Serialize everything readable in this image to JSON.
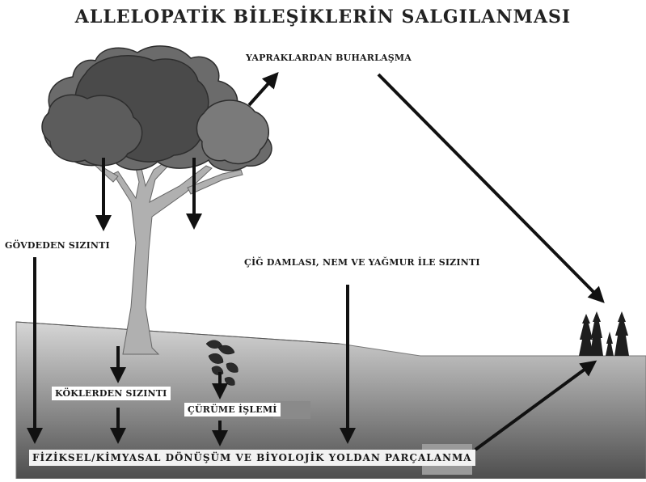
{
  "title": "ALLELOPATİK BİLEŞİKLERİN SALGILANMASI",
  "labels": {
    "leaf_evaporation": "YAPRAKLARDAN BUHARLAŞMA",
    "stem_leakage": "GÖVDEDEN SIZINTI",
    "dew_rain_leakage": "ÇİĞ DAMLASI, NEM VE YAĞMUR İLE SIZINTI",
    "root_leakage": "KÖKLERDEN SIZINTI",
    "decay_process": "ÇÜRÜME İŞLEMİ",
    "transformation": "FİZİKSEL/KİMYASAL DÖNÜŞÜM VE BİYOLOJİK YOLDAN PARÇALANMA"
  },
  "colors": {
    "soil_dark": "#5a5a5a",
    "soil_light": "#d0d0d0",
    "canopy": "#555555",
    "trunk": "#a8a8a8",
    "arrow": "#111111"
  }
}
